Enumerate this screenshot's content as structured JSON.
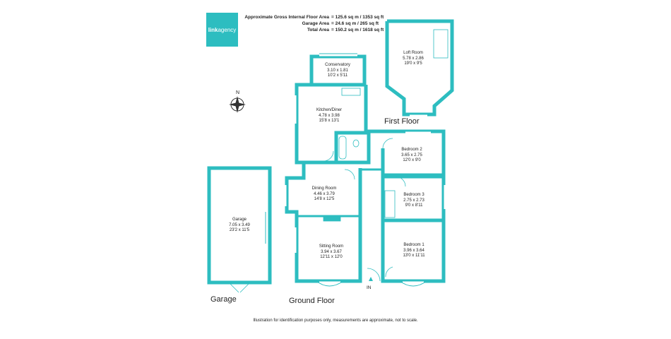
{
  "header": {
    "area_lines": [
      {
        "label": "Approximate Gross Internal Floor Area",
        "value": "= 125.6 sq m  / 1353 sq ft"
      },
      {
        "label": "Garage Area",
        "value": "= 24.6 sq m  / 265 sq ft"
      },
      {
        "label": "Total Area",
        "value": "= 150.2 sq m  / 1618 sq ft"
      }
    ]
  },
  "logo": {
    "bold": "link",
    "rest": "agency"
  },
  "compass": {
    "letter": "N"
  },
  "rooms": {
    "conservatory": {
      "name": "Conservatory",
      "metric": "3.10 x 1.81",
      "imperial": "10'2 x 5'11"
    },
    "kitchen": {
      "name": "Kitchen/Diner",
      "metric": "4.78 x 3.98",
      "imperial": "15'8 x 13'1"
    },
    "dining": {
      "name": "Dining Room",
      "metric": "4.46 x 3.79",
      "imperial": "14'8 x 12'5"
    },
    "sitting": {
      "name": "Sitting Room",
      "metric": "3.94 x 3.67",
      "imperial": "12'11 x 12'0"
    },
    "garage": {
      "name": "Garage",
      "metric": "7.05 x 3.49",
      "imperial": "23'2 x 11'5"
    },
    "loft": {
      "name": "Loft Room",
      "metric": "5.78 x 2.86",
      "imperial": "19'0 x 9'5"
    },
    "bedroom2": {
      "name": "Bedroom 2",
      "metric": "3.65 x 2.75",
      "imperial": "12'0 x 9'0"
    },
    "bedroom3": {
      "name": "Bedroom 3",
      "metric": "2.75 x 2.73",
      "imperial": "9'0 x 8'11"
    },
    "bedroom1": {
      "name": "Bedroom 1",
      "metric": "3.96 x 3.64",
      "imperial": "13'0 x 11'11"
    }
  },
  "floors": {
    "first": "First Floor",
    "ground": "Ground Floor",
    "garage": "Garage"
  },
  "entrance": "IN",
  "footer": "Illustration for identification purposes only, measurements are approximate, not to scale.",
  "colors": {
    "wall": "#2dbdc0",
    "logo_bg": "#2dbdc0"
  }
}
